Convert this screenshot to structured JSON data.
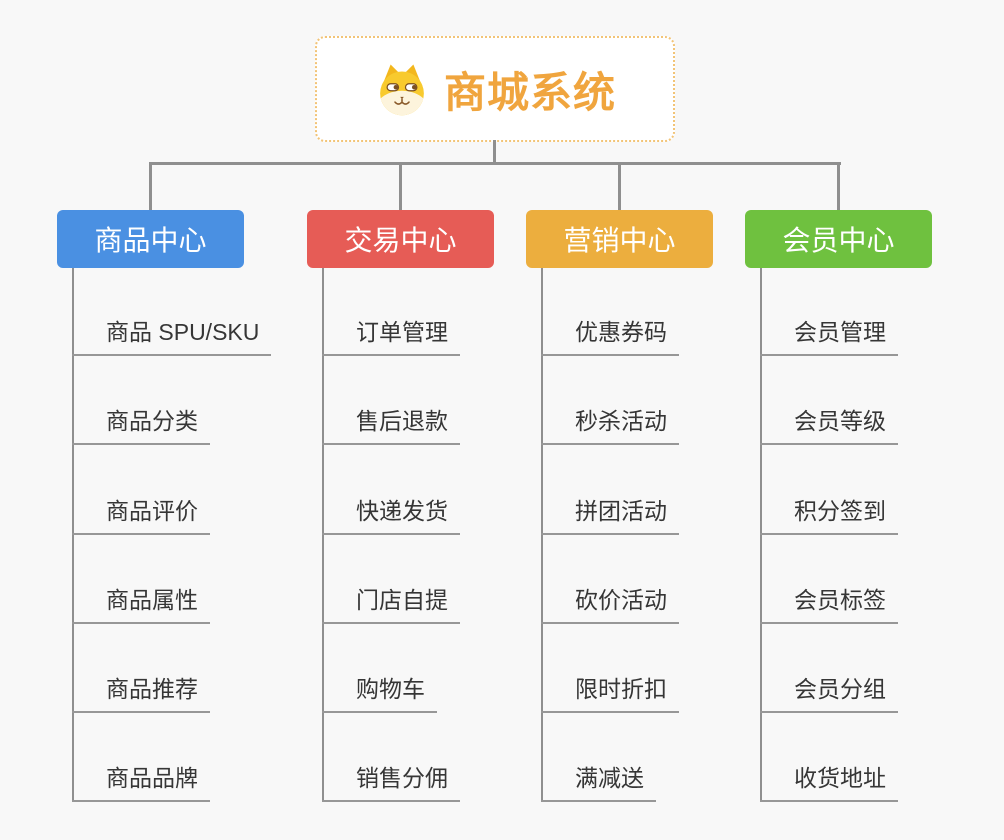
{
  "root": {
    "title": "商城系统",
    "icon": "dog-face",
    "title_color": "#f0a53e",
    "border_color": "#f2c477"
  },
  "branches": [
    {
      "label": "商品中心",
      "color": "#4a90e2",
      "items": [
        "商品 SPU/SKU",
        "商品分类",
        "商品评价",
        "商品属性",
        "商品推荐",
        "商品品牌"
      ]
    },
    {
      "label": "交易中心",
      "color": "#e65c56",
      "items": [
        "订单管理",
        "售后退款",
        "快递发货",
        "门店自提",
        "购物车",
        "销售分佣"
      ]
    },
    {
      "label": "营销中心",
      "color": "#ecae3e",
      "items": [
        "优惠券码",
        "秒杀活动",
        "拼团活动",
        "砍价活动",
        "限时折扣",
        "满减送"
      ]
    },
    {
      "label": "会员中心",
      "color": "#6fc13f",
      "items": [
        "会员管理",
        "会员等级",
        "积分签到",
        "会员标签",
        "会员分组",
        "收货地址"
      ]
    }
  ],
  "colors": {
    "background": "#f8f8f8",
    "connector": "#8f8f8f",
    "item_text": "#363636",
    "item_underline": "#979797",
    "header_text": "#ffffff"
  }
}
